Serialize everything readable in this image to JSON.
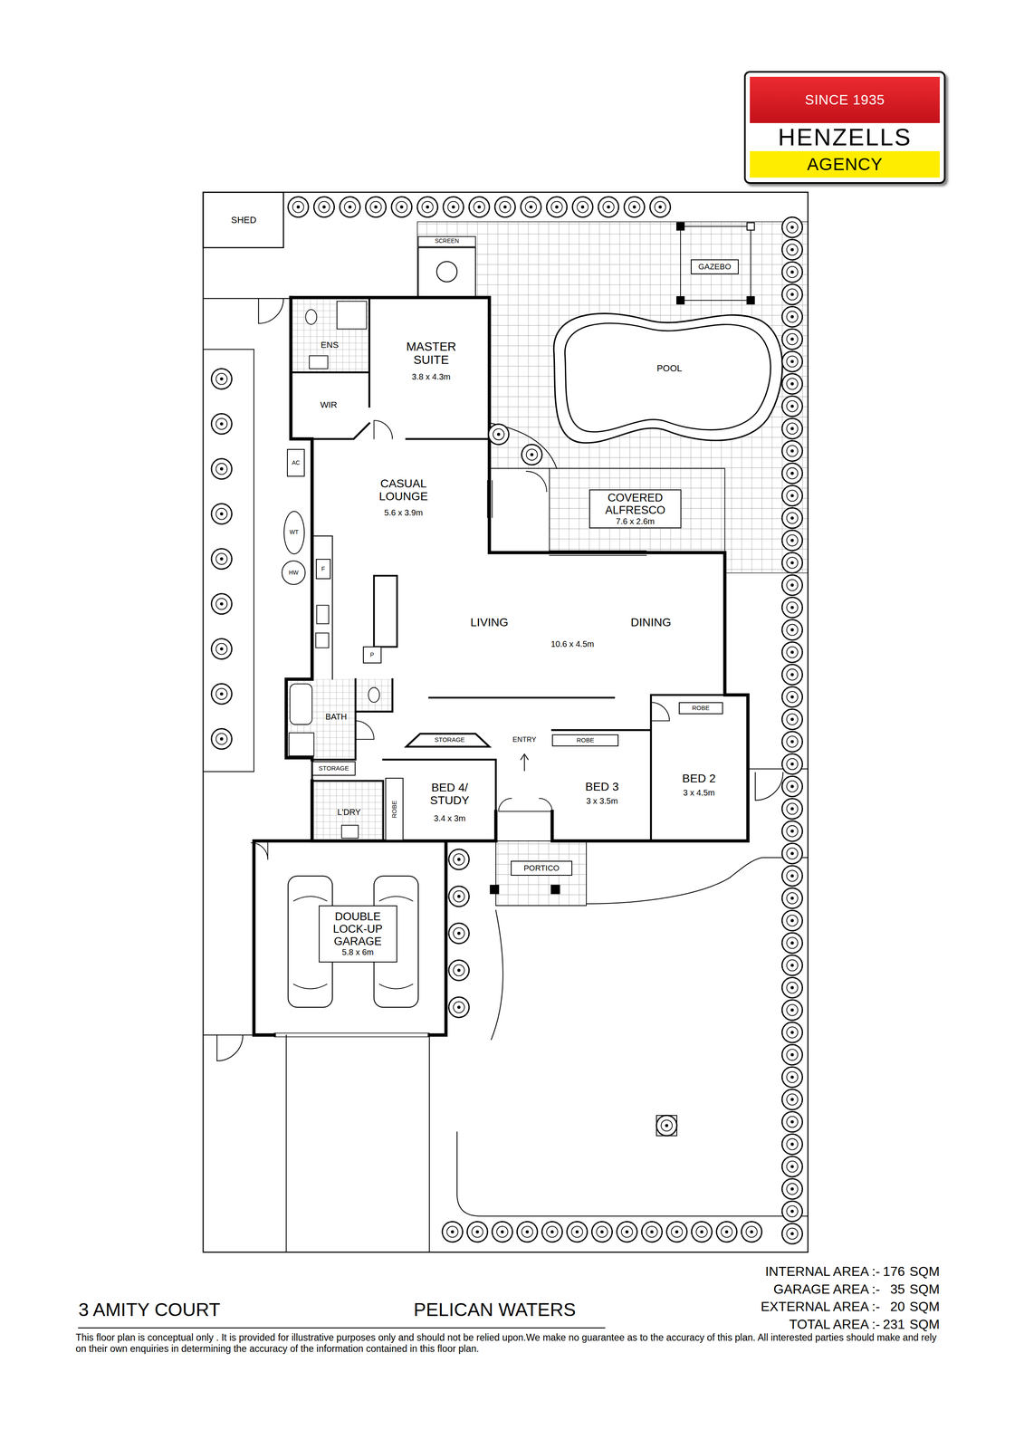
{
  "diagram": {
    "title": "3 AMITY COURT",
    "caption": "This floor plan is conceptual only . It is provided for illustrative purposes only and should not be relied upon.We make no guarantee as to the accuracy of this plan. All interested parties should make and rely on their own enquiries in determining the accuracy of the information contained in this floor plan.",
    "nodes": [
      {
        "text": [
          "SINCE 1935",
          "HENZELLS",
          "AGENCY"
        ]
      },
      {
        "text": [
          "SHED"
        ]
      },
      {
        "text": [
          "SCREEN"
        ]
      },
      {
        "text": [
          "GAZEBO"
        ]
      },
      {
        "text": [
          "ENS"
        ]
      },
      {
        "text": [
          "MASTER SUITE",
          "3.8 x 4.3m"
        ]
      },
      {
        "text": [
          "POOL"
        ]
      },
      {
        "text": [
          "WIR"
        ]
      },
      {
        "text": [
          "AC"
        ]
      },
      {
        "text": [
          "CASUAL LOUNGE",
          "5.6 x 3.9m"
        ]
      },
      {
        "text": [
          "COVERED ALFRESCO",
          "7.6 x 2.6m"
        ]
      },
      {
        "text": [
          "WT"
        ]
      },
      {
        "text": [
          "F"
        ]
      },
      {
        "text": [
          "HW"
        ]
      },
      {
        "text": [
          "LIVING",
          "DINING",
          "10.6 x 4.5m"
        ]
      },
      {
        "text": [
          "P"
        ]
      },
      {
        "text": [
          "BATH"
        ]
      },
      {
        "text": [
          "BED 2",
          "3 x 4.5m"
        ]
      },
      {
        "text": [
          "ROBE"
        ],
        "in": 17
      },
      {
        "text": [
          "STORAGE"
        ]
      },
      {
        "text": [
          "BED 3",
          "3 x 3.5m"
        ]
      },
      {
        "text": [
          "ROBE"
        ],
        "in": 20
      },
      {
        "text": [
          "STORAGE"
        ]
      },
      {
        "text": [
          "BED 4/ STUDY",
          "3.4 x 3m"
        ]
      },
      {
        "text": [
          "ROBE"
        ],
        "in": 23
      },
      {
        "text": [
          "L'DRY"
        ]
      },
      {
        "text": [
          "PORTICO"
        ]
      },
      {
        "text": [
          "DOUBLE LOCK-UP GARAGE",
          "5.8 x 6m"
        ]
      }
    ],
    "labels": [
      "ENTRY",
      "PELICAN WATERS",
      "INTERNAL AREA :-",
      "176",
      "SQM",
      "GARAGE AREA :-",
      "35",
      "SQM",
      "EXTERNAL AREA :-",
      "20",
      "SQM",
      "TOTAL AREA :-",
      "231",
      "SQM"
    ]
  }
}
